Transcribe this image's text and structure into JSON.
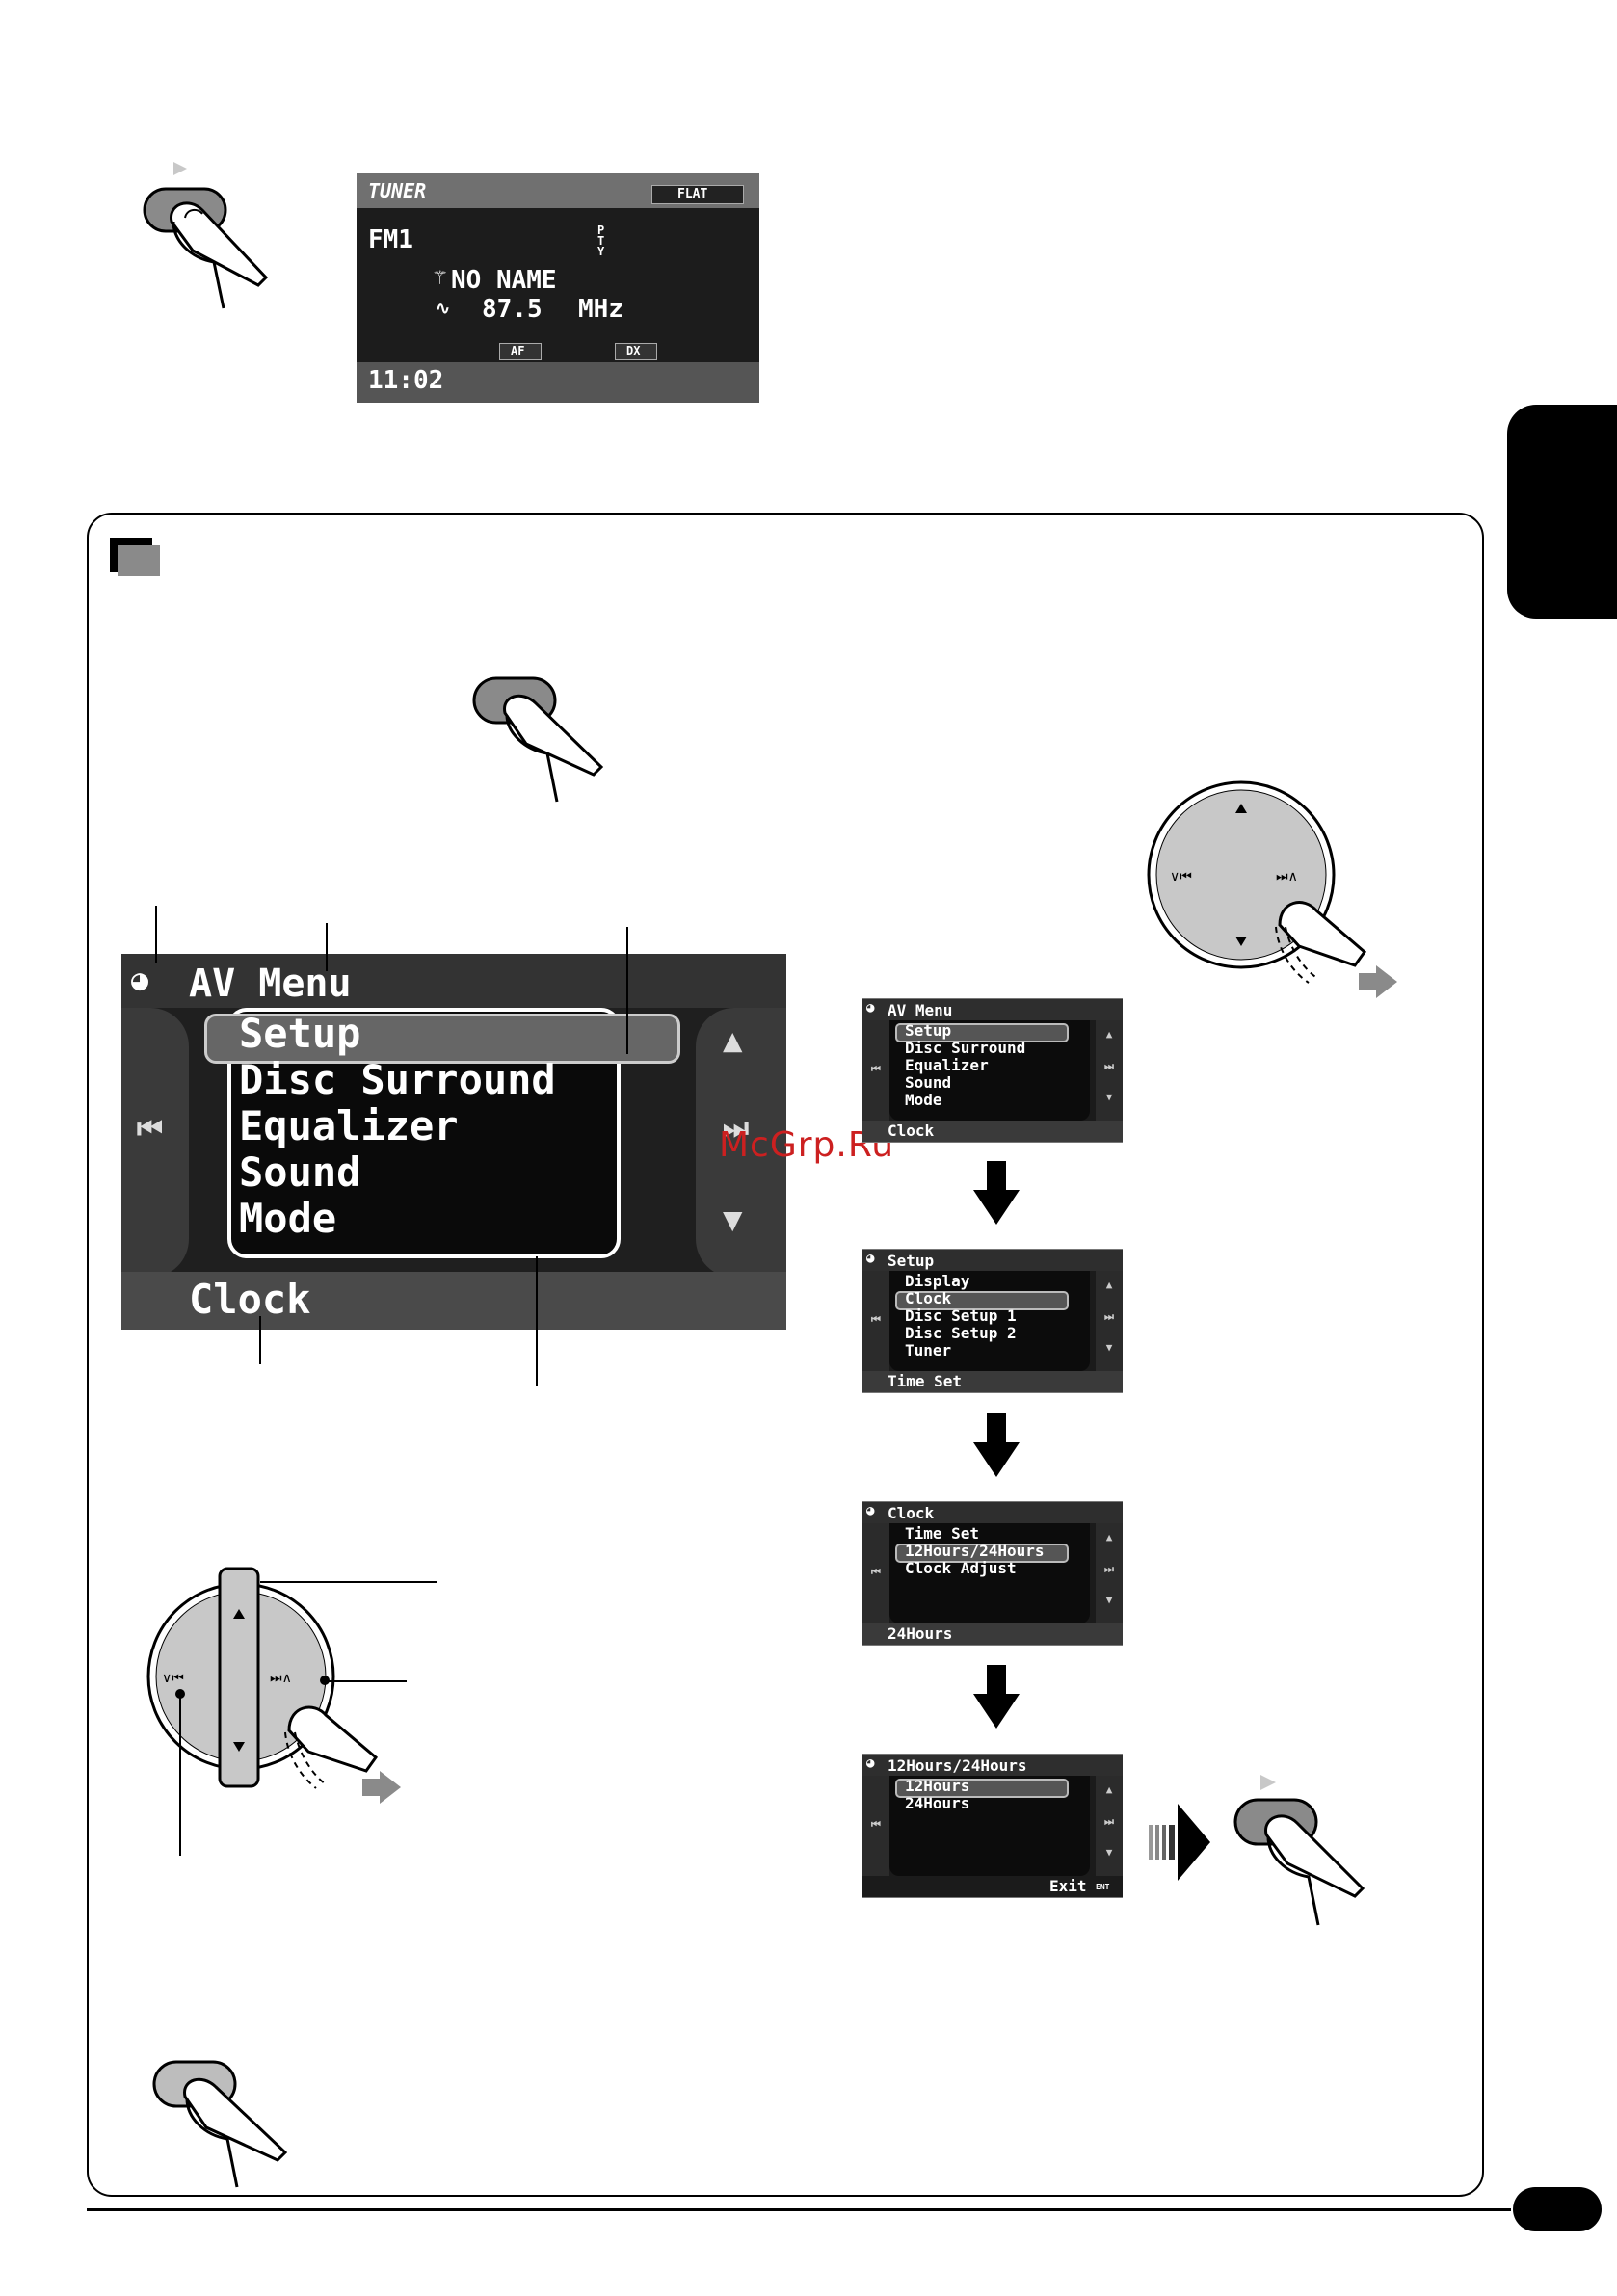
{
  "tuner_screen": {
    "source": "TUNER",
    "eq_badge": "FLAT",
    "band": "FM1",
    "station_name": "NO NAME",
    "frequency": "87.5",
    "unit": "MHz",
    "badge_af": "AF",
    "badge_dx": "DX",
    "clock": "11:02"
  },
  "av_menu_large": {
    "title": "AV Menu",
    "items": [
      "Setup",
      "Disc Surround",
      "Equalizer",
      "Sound",
      "Mode"
    ],
    "selected_index": 0,
    "footer": "Clock"
  },
  "small_menus": [
    {
      "title": "AV Menu",
      "items": [
        "Setup",
        "Disc Surround",
        "Equalizer",
        "Sound",
        "Mode"
      ],
      "selected_index": 0,
      "footer": "Clock"
    },
    {
      "title": "Setup",
      "items": [
        "Display",
        "Clock",
        "Disc Setup 1",
        "Disc Setup 2",
        "Tuner"
      ],
      "selected_index": 1,
      "footer": "Time Set"
    },
    {
      "title": "Clock",
      "items": [
        "Time Set",
        "12Hours/24Hours",
        "Clock Adjust"
      ],
      "selected_index": 1,
      "footer": "24Hours"
    },
    {
      "title": "12Hours/24Hours",
      "items": [
        "12Hours",
        "24Hours"
      ],
      "selected_index": 0,
      "footer": "Exit",
      "footer_badge": "ENT"
    }
  ],
  "watermark": "McGrp.Ru",
  "colors": {
    "button_gray": "#8a8a8a",
    "screen_bg": "#1a1a1a",
    "watermark": "#cc2020",
    "tab_black": "#000000"
  }
}
